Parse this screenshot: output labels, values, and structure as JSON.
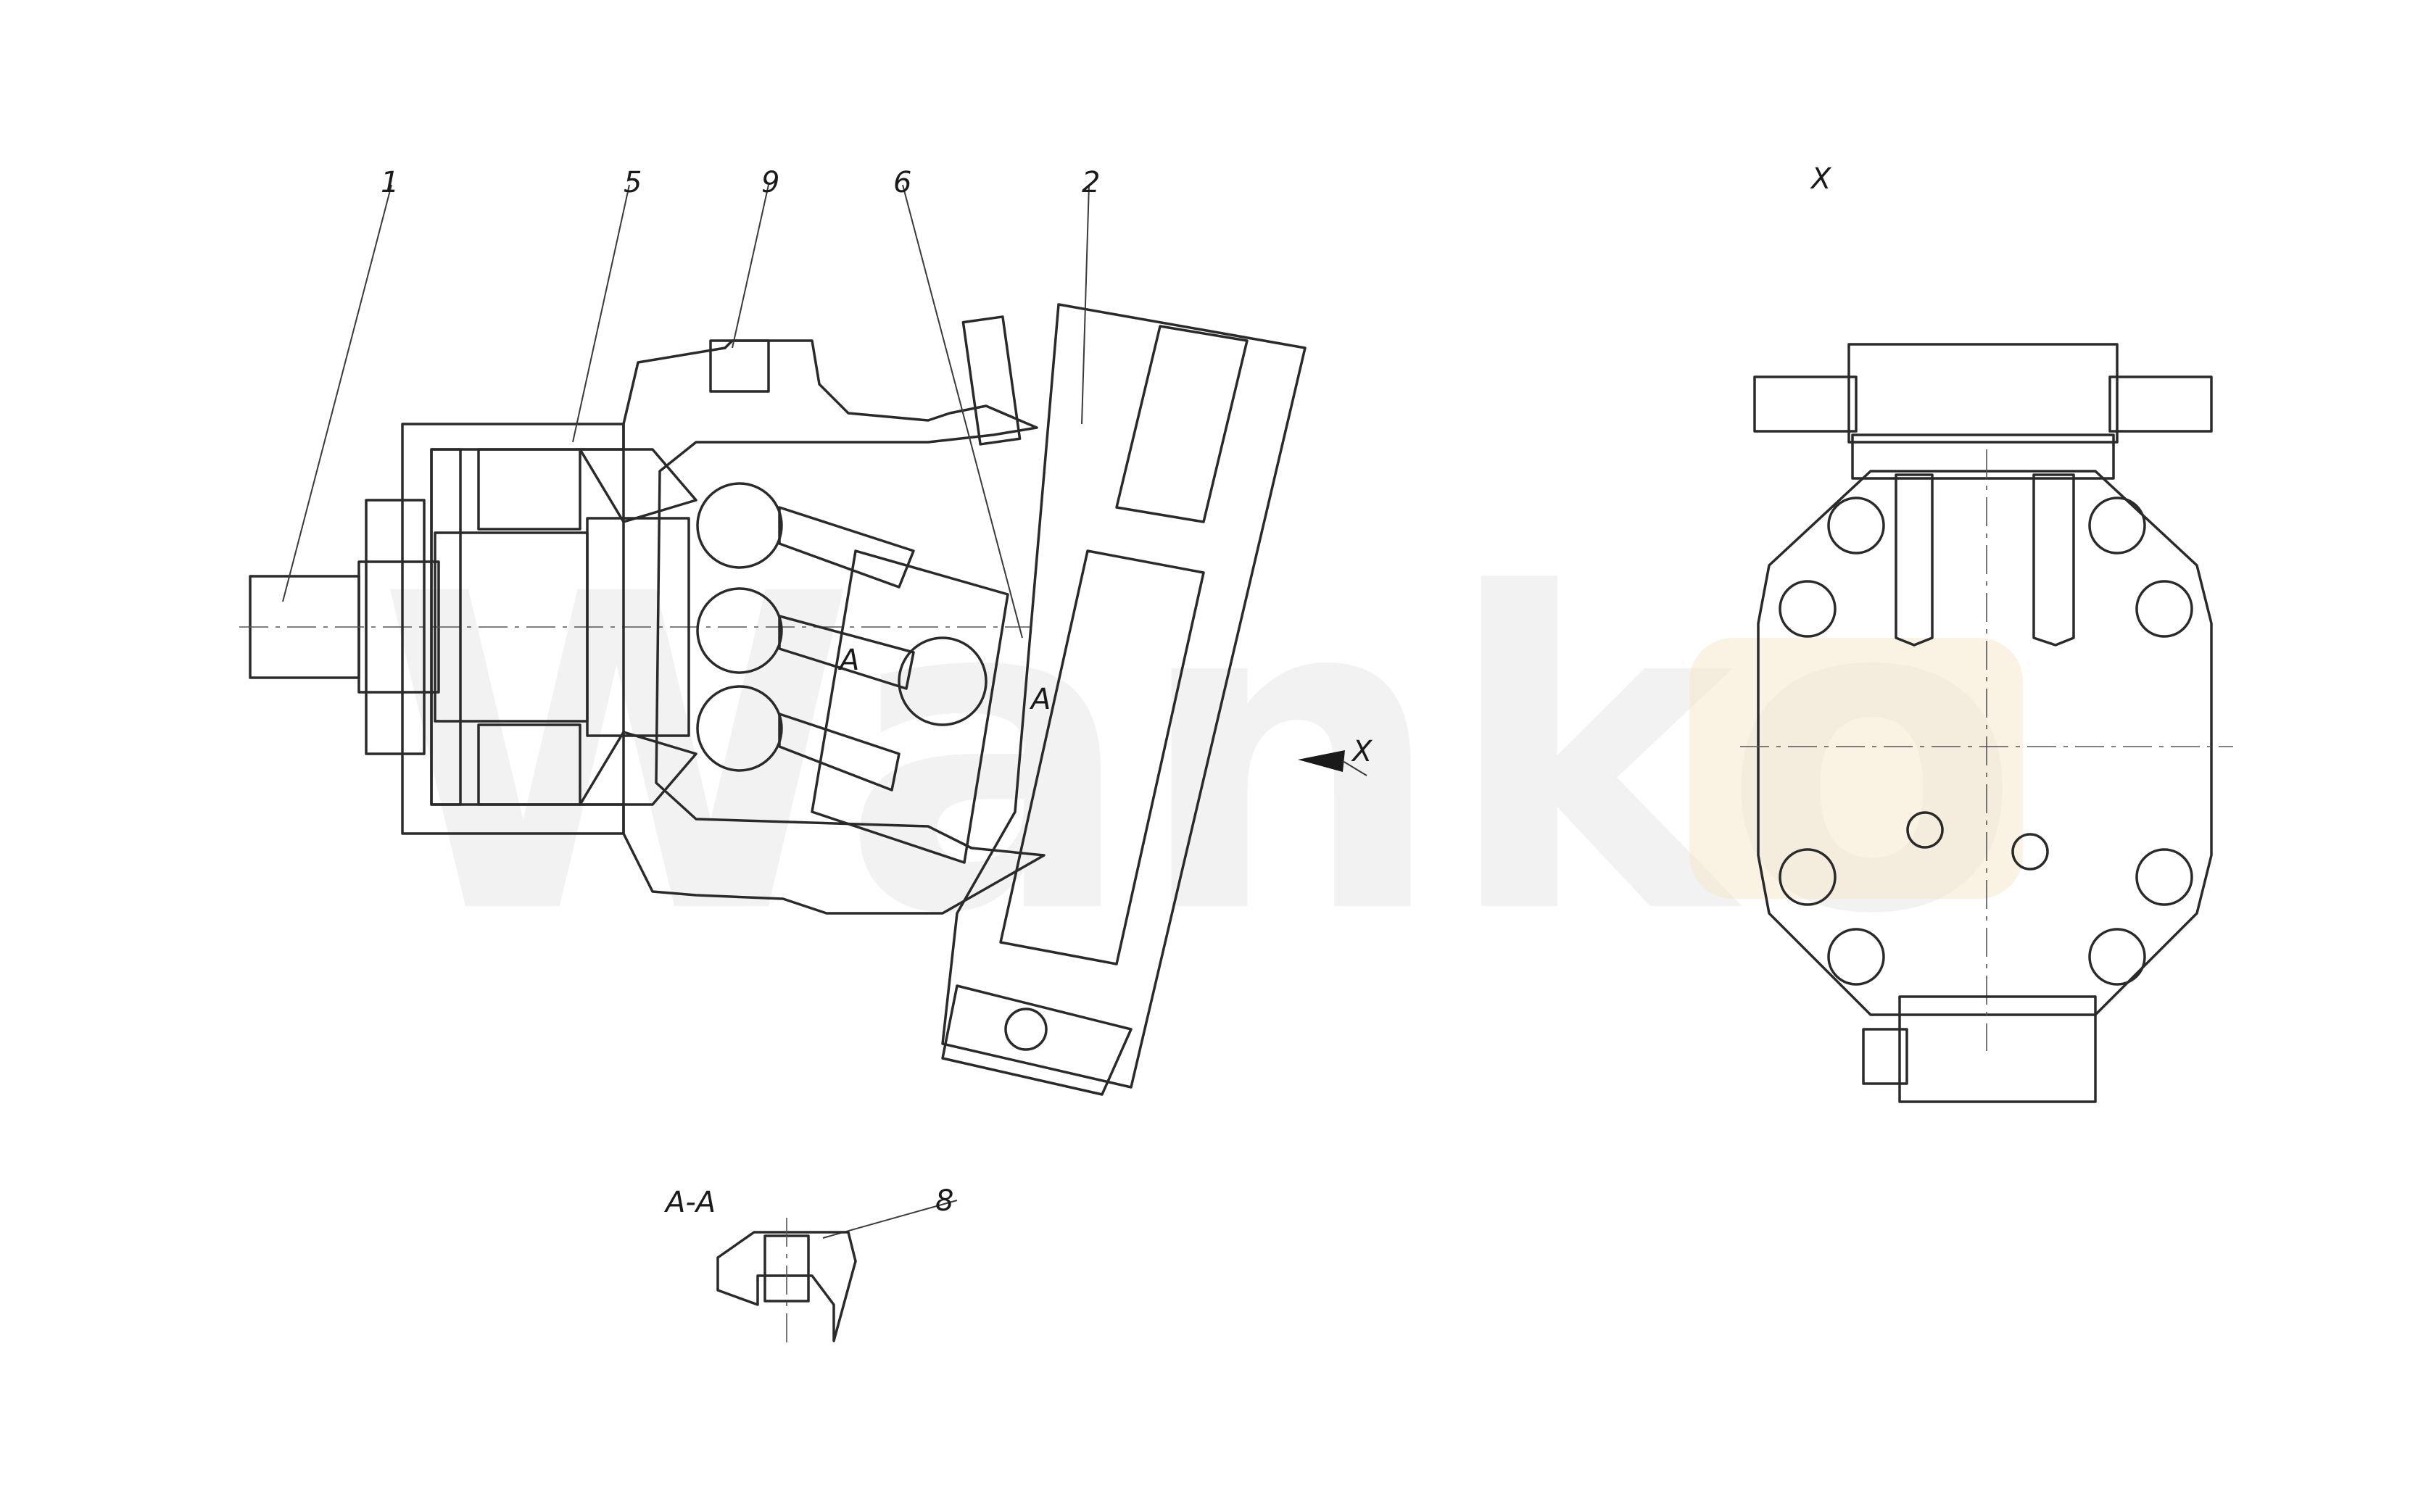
{
  "watermark": "Wanko",
  "labels": {
    "part_1": "1",
    "part_5": "5",
    "part_9": "9",
    "part_6": "6",
    "part_2": "2",
    "part_8": "8",
    "section_A_left": "A",
    "section_A_right": "A",
    "view_arrow": "X",
    "view_title": "X",
    "section_title": "A-A"
  }
}
